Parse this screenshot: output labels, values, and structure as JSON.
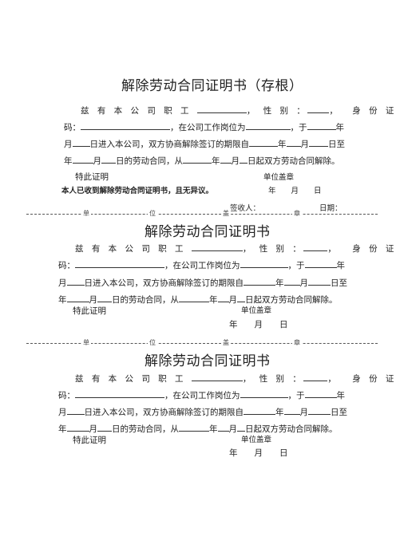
{
  "sections": [
    {
      "title": "解除劳动合同证明书（存根）",
      "l1a": "兹 有 本 公 司 职 工",
      "l1b": "，",
      "l1c": "性 别 ：",
      "l1d": "，",
      "l1e": "身 份 证 号",
      "l2a": "码：",
      "l2b": "，在公司工作岗位为",
      "l2c": "，于",
      "l2d": "年",
      "l3a": "月",
      "l3b": "日进入本公司，双方协商解除签订的期限自",
      "l3c": "年",
      "l3d": "月",
      "l3e": "日至",
      "l4a": "年",
      "l4b": "月",
      "l4c": "日的劳动合同，从",
      "l4d": "年",
      "l4e": "月",
      "l4f": "日起双方劳动合同解除。",
      "certify": "特此证明",
      "seal": "单位盖章",
      "receipt": "本人已收到解除劳动合同证明书，且无异议。",
      "date": "年　　月　　日",
      "signer": "签收人：",
      "sign_date": "日期："
    },
    {
      "title": "解除劳动合同证明书",
      "l1a": "兹 有 本 公 司 职 工",
      "l1b": "，",
      "l1c": "性 别 ：",
      "l1d": "，",
      "l1e": "身 份 证 号",
      "l2a": "码：",
      "l2b": "，在公司工作岗位为",
      "l2c": "，于",
      "l2d": "年",
      "l3a": "月",
      "l3b": "日进入本公司，双方协商解除签订的期限自",
      "l3c": "年",
      "l3d": "月",
      "l3e": "日至",
      "l4a": "年",
      "l4b": "月",
      "l4c": "日的劳动合同，从",
      "l4d": "年",
      "l4e": "月",
      "l4f": "日起双方劳动合同解除。",
      "certify": "特此证明",
      "seal": "单位盖章",
      "date": "年　　月　　日"
    },
    {
      "title": "解除劳动合同证明书",
      "l1a": "兹 有 本 公 司 职 工",
      "l1b": "，",
      "l1c": "性 别 ：",
      "l1d": "，",
      "l1e": "身 份 证 号",
      "l2a": "码：",
      "l2b": "，在公司工作岗位为",
      "l2c": "，于",
      "l2d": "年",
      "l3a": "月",
      "l3b": "日进入本公司，双方协商解除签订的期限自",
      "l3c": "年",
      "l3d": "月",
      "l3e": "日至",
      "l4a": "年",
      "l4b": "月",
      "l4c": "日的劳动合同，从",
      "l4d": "年",
      "l4e": "月",
      "l4f": "日起双方劳动合同解除。",
      "certify": "特此证明",
      "seal": "单位盖章",
      "date": "年　　月　　日"
    }
  ],
  "separator_labels": [
    "单",
    "位",
    "盖",
    "章"
  ]
}
